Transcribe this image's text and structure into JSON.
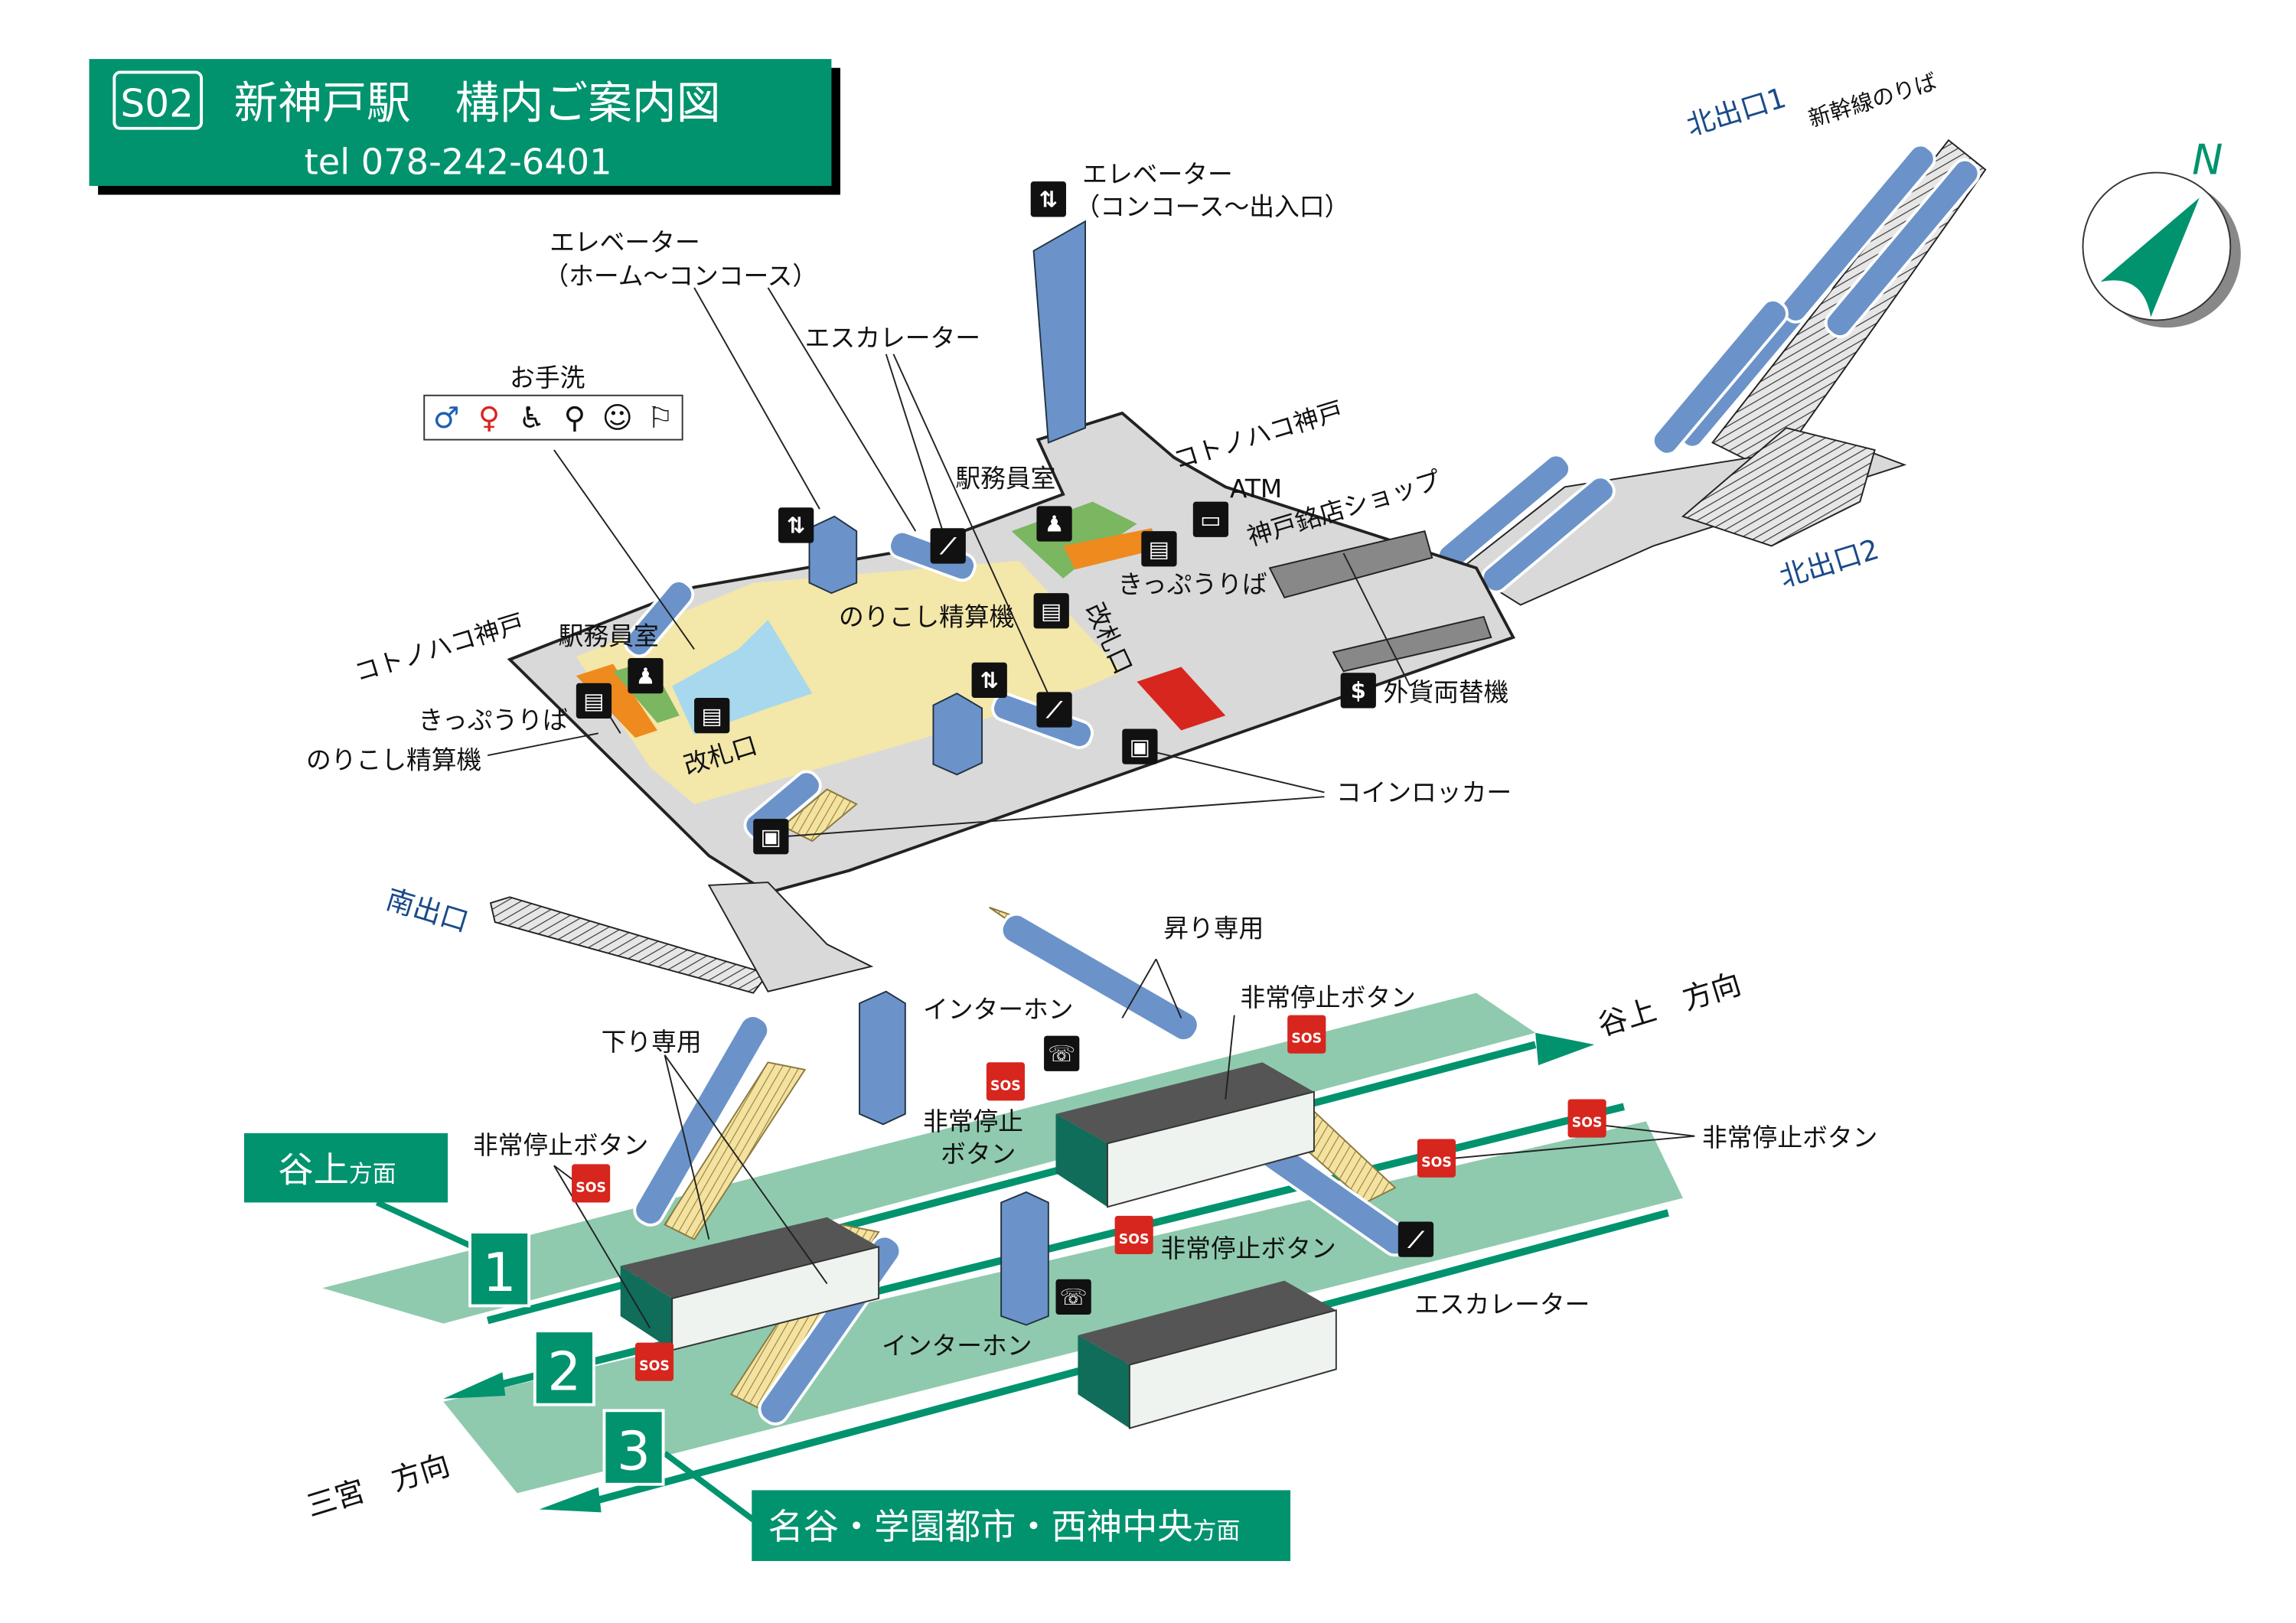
{
  "header": {
    "station_code": "S02",
    "title": "新神戸駅　構内ご案内図",
    "tel": "tel 078-242-6401"
  },
  "compass": {
    "north_label": "N"
  },
  "colors": {
    "brand_green": "#00936e",
    "concourse_yellow": "#f3e7a9",
    "floor_gray": "#d9d9d9",
    "escalator_blue": "#6b93c9",
    "platform_green": "#8fcaae",
    "sos_red": "#d7261e"
  },
  "concourse": {
    "elevator_concourse_exit": [
      "エレベーター",
      "（コンコース～出入口）"
    ],
    "elevator_home_concourse": [
      "エレベーター",
      "（ホーム～コンコース）"
    ],
    "escalator": "エスカレーター",
    "restroom": "お手洗",
    "station_office_north": "駅務員室",
    "station_office_south": "駅務員室",
    "kotonoha_north": "コトノハコ神戸",
    "kotonoha_south": "コトノハコ神戸",
    "atm": "ATM",
    "meiten_shop": "神戸銘店ショップ",
    "ticket_north": "きっぷうりば",
    "ticket_south": "きっぷうりば",
    "fare_adjust_north": "のりこし精算機",
    "fare_adjust_south": "のりこし精算機",
    "gate_north": "改札口",
    "gate_south": "改札口",
    "currency_exchange": "外貨両替機",
    "coin_locker": "コインロッカー"
  },
  "exits": {
    "south": "南出口",
    "north1": "北出口1",
    "north2": "北出口2",
    "shinkansen": "新幹線のりば"
  },
  "platform": {
    "up_only": "昇り専用",
    "down_only": "下り専用",
    "intercom_1": "インターホン",
    "intercom_2": "インターホン",
    "emergency_1": "非常停止ボタン",
    "emergency_2": "非常停止ボタン",
    "emergency_3": "非常停止ボタン",
    "emergency_4": "非常停止ボタン",
    "emergency_5": [
      "非常停止",
      "ボタン"
    ],
    "escalator": "エスカレーター",
    "sos": "SOS",
    "direction_tanigami": "谷上　方向",
    "direction_sannomiya": "三宮　方向",
    "bound_tanigami": "谷上",
    "bound_tanigami_suffix": "方面",
    "bound_seishin": "名谷・学園都市・西神中央",
    "bound_seishin_suffix": "方面",
    "track_numbers": [
      "1",
      "2",
      "3"
    ]
  }
}
